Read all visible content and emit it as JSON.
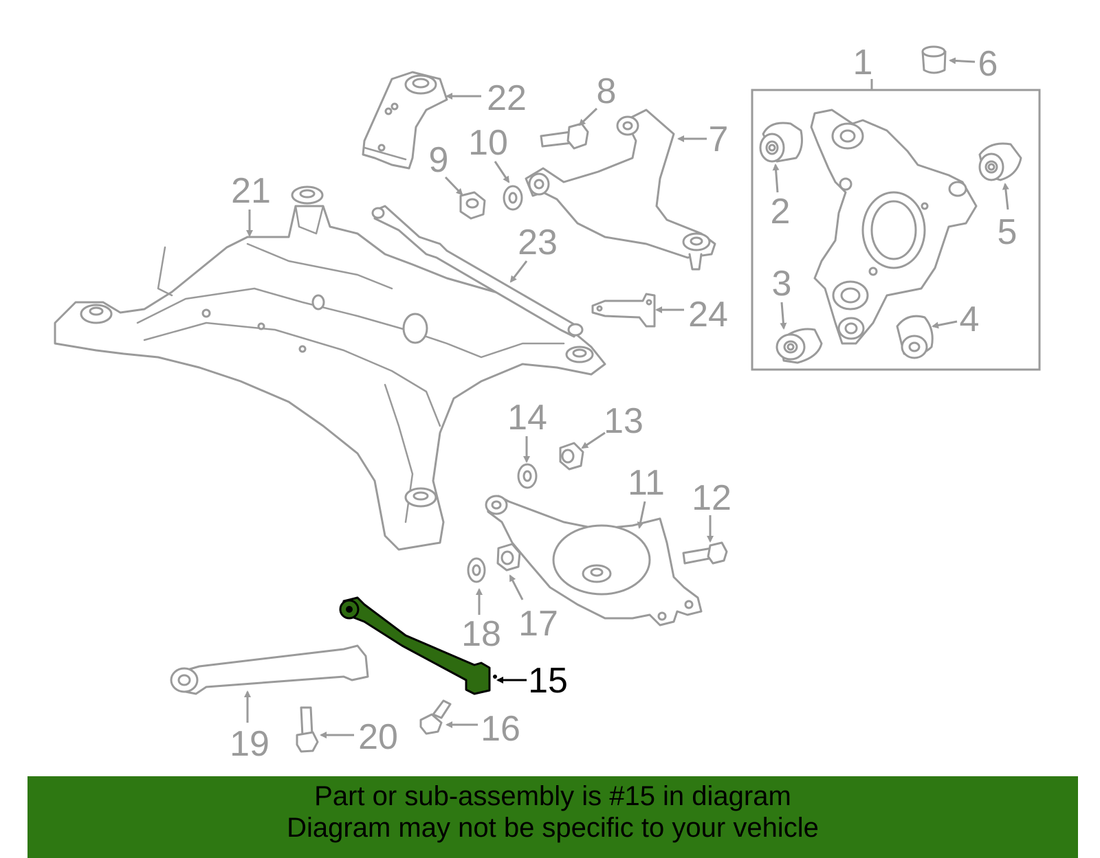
{
  "diagram": {
    "highlight_color": "#2e6b10",
    "part_color": "#9a9a9a",
    "highlighted_part": "15",
    "callouts": [
      "1",
      "2",
      "3",
      "4",
      "5",
      "6",
      "7",
      "8",
      "9",
      "10",
      "11",
      "12",
      "13",
      "14",
      "15",
      "16",
      "17",
      "18",
      "19",
      "20",
      "21",
      "22",
      "23",
      "24"
    ]
  },
  "caption": {
    "background": "#2e7812",
    "line1": "Part or sub-assembly is #15 in diagram",
    "line2": "Diagram may not be specific to your vehicle"
  }
}
